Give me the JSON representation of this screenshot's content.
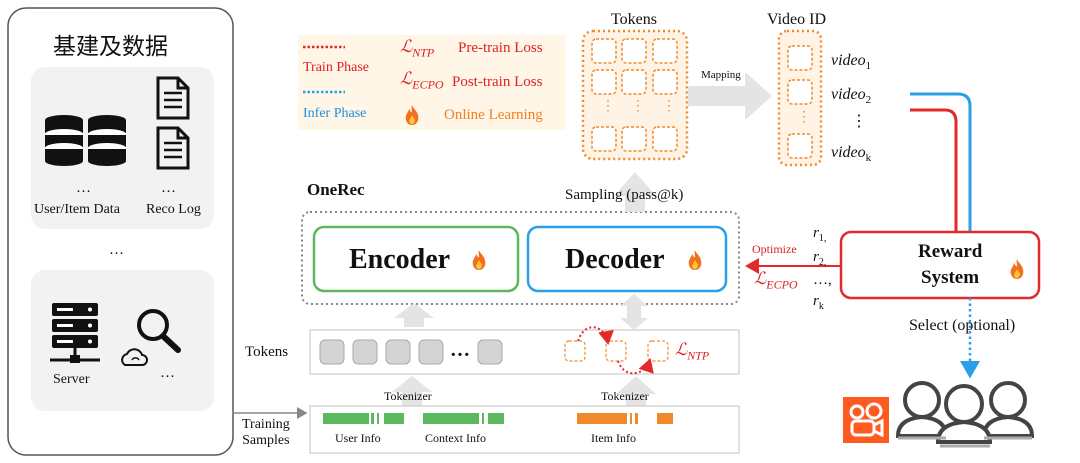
{
  "left_panel": {
    "title": "基建及数据",
    "user_item_label": "User/Item Data",
    "reco_log_label": "Reco Log",
    "ellipsis": "…",
    "server_label": "Server"
  },
  "legend": {
    "train_phase": "Train Phase",
    "infer_phase": "Infer Phase",
    "ntp_sym": "NTP",
    "ecpo_sym": "ECPO",
    "pretrain": "Pre-train Loss",
    "posttrain": "Post-train Loss",
    "online": "Online Learning"
  },
  "tokens_top": {
    "title": "Tokens",
    "mapping": "Mapping"
  },
  "video_id": {
    "title": "Video ID",
    "items": [
      {
        "base": "video",
        "sub": "1"
      },
      {
        "base": "video",
        "sub": "2"
      },
      {
        "base": "video",
        "sub": "k"
      }
    ],
    "dots": "⋮"
  },
  "onerec": {
    "title": "OneRec",
    "sampling": "Sampling (pass@k)",
    "encoder": "Encoder",
    "decoder": "Decoder"
  },
  "optimize": {
    "label": "Optimize",
    "loss_sym": "ECPO"
  },
  "rewards": {
    "r1": "1,",
    "r2": "2,",
    "dots": "…,",
    "rk": "k"
  },
  "reward_system": {
    "line1": "Reward",
    "line2": "System"
  },
  "select_label": "Select (optional)",
  "tokens_row": {
    "label": "Tokens",
    "ellipsis": "…",
    "ntp_sym": "NTP"
  },
  "tokenizer": {
    "left": "Tokenizer",
    "right": "Tokenizer"
  },
  "samples": {
    "label_line1": "Training",
    "label_line2": "Samples",
    "user_info": "User Info",
    "context_info": "Context Info",
    "item_info": "Item Info"
  },
  "colors": {
    "green": "#5cb85c",
    "blue": "#2aa0e6",
    "red": "#e22a2a",
    "orange": "#f08a2a",
    "gray_box": "#d4d4d4",
    "kuaishou": "#ff5a1f"
  }
}
